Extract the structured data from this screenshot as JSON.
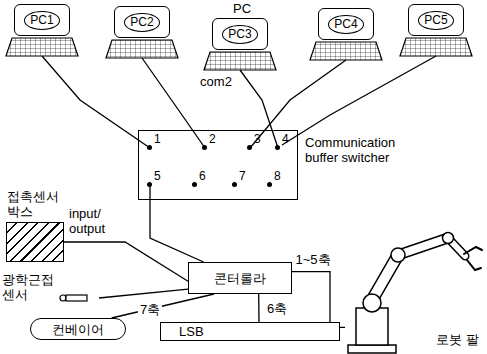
{
  "diagram": {
    "nodes": [
      {
        "text": [
          "PC1"
        ]
      },
      {
        "text": [
          "PC2"
        ]
      },
      {
        "text": [
          "PC3"
        ]
      },
      {
        "text": [
          "PC4"
        ]
      },
      {
        "text": [
          "PC5"
        ]
      },
      {
        "text": [
          "Communication buffer switcher"
        ]
      },
      {
        "text": [
          "접촉센서 박스"
        ]
      },
      {
        "text": [
          "콘터롤라"
        ]
      },
      {
        "text": [
          "광학근접 센서"
        ]
      },
      {
        "text": [
          "컨베이어"
        ]
      },
      {
        "text": [
          "LSB"
        ]
      },
      {
        "text": [
          "로봇 팔"
        ]
      }
    ],
    "edges": [
      {
        "from": 0,
        "to": 5,
        "arrow": "none"
      },
      {
        "from": 1,
        "to": 5,
        "arrow": "none"
      },
      {
        "from": 2,
        "to": 5,
        "label": "com2",
        "arrow": "none"
      },
      {
        "from": 3,
        "to": 5,
        "arrow": "none"
      },
      {
        "from": 4,
        "to": 5,
        "arrow": "none"
      },
      {
        "from": 5,
        "to": 7,
        "arrow": "none"
      },
      {
        "from": 6,
        "to": 7,
        "label": "input/ output",
        "arrow": "none"
      },
      {
        "from": 8,
        "to": 7,
        "arrow": "none"
      },
      {
        "from": 9,
        "to": 7,
        "label": "7축",
        "arrow": "none"
      },
      {
        "from": 10,
        "to": 7,
        "label": "6축",
        "arrow": "none"
      },
      {
        "from": 7,
        "to": 11,
        "label": "1~5축",
        "arrow": "none"
      }
    ],
    "labels": [
      "PC",
      "1",
      "2",
      "3",
      "4",
      "5",
      "6",
      "7",
      "8"
    ]
  }
}
